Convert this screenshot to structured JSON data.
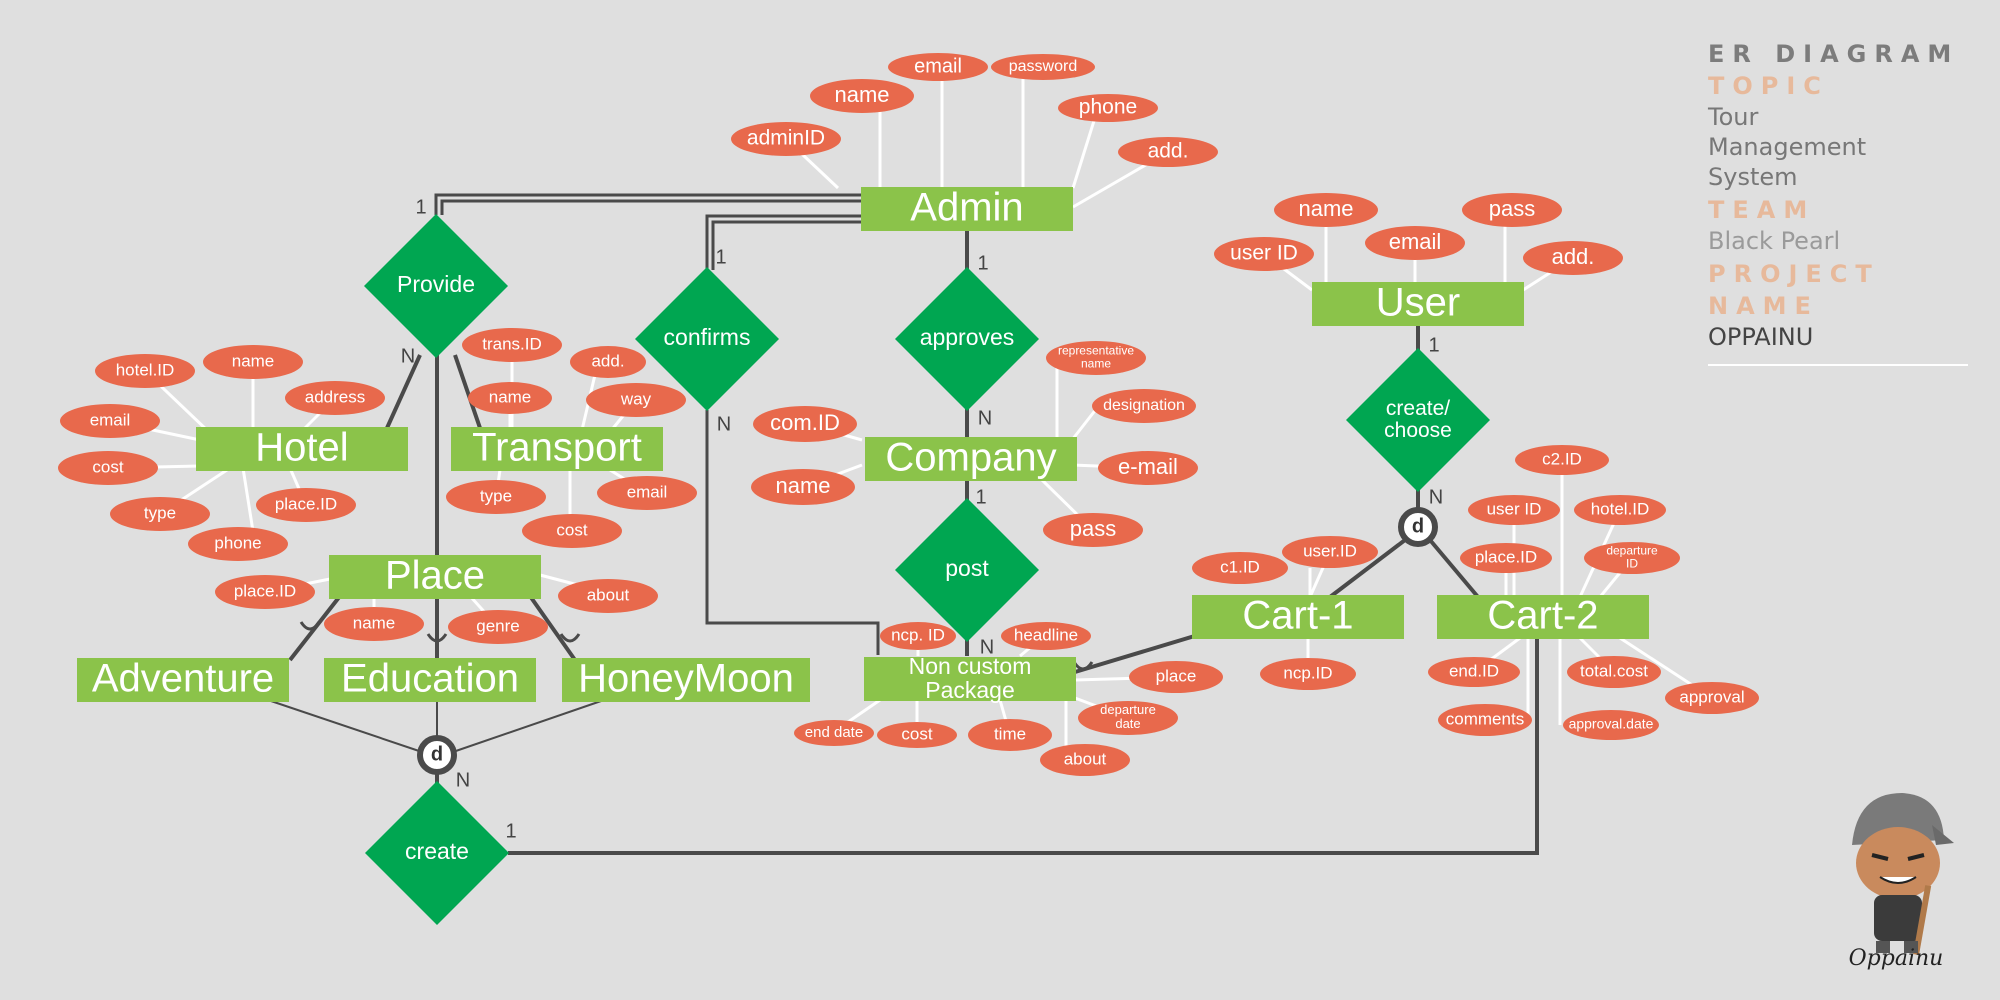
{
  "info": {
    "heading": "ER DIAGRAM",
    "topic_label": "TOPIC",
    "topic_lines": [
      "Tour",
      "Management",
      "System"
    ],
    "team_label": "TEAM",
    "team": "Black Pearl",
    "project_label_1": "PROJECT",
    "project_label_2": "NAME",
    "project": "OPPAINU",
    "signature": "Oppainu"
  },
  "colors": {
    "background": "#dfdfdf",
    "entity": "#8bc34a",
    "relationship": "#00a651",
    "attribute": "#e8694c",
    "line": "#4a4a4a",
    "attr_line": "#ffffff"
  },
  "entities": {
    "admin": "Admin",
    "user": "User",
    "company": "Company",
    "hotel": "Hotel",
    "transport": "Transport",
    "place": "Place",
    "adventure": "Adventure",
    "education": "Education",
    "honeymoon": "HoneyMoon",
    "ncp": "Non custom Package",
    "cart1": "Cart-1",
    "cart2": "Cart-2"
  },
  "relationships": {
    "provide": "Provide",
    "confirms": "confirms",
    "approves": "approves",
    "post": "post",
    "create_choose": "create/ choose",
    "create": "create"
  },
  "cardinalities": [
    "1",
    "N",
    "1",
    "N",
    "1",
    "N",
    "1",
    "N",
    "1",
    "N",
    "N",
    "1"
  ],
  "attributes": {
    "admin": [
      "adminID",
      "name",
      "email",
      "password",
      "phone",
      "add."
    ],
    "user": [
      "user ID",
      "name",
      "email",
      "pass",
      "add."
    ],
    "company": [
      "com.ID",
      "name",
      "representative name",
      "designation",
      "e-mail",
      "pass"
    ],
    "hotel": [
      "hotel.ID",
      "name",
      "address",
      "email",
      "cost",
      "type",
      "place.ID",
      "phone"
    ],
    "transport": [
      "trans.ID",
      "add.",
      "name",
      "way",
      "type",
      "email",
      "cost"
    ],
    "place": [
      "place.ID",
      "name",
      "genre",
      "about"
    ],
    "ncp": [
      "ncp. ID",
      "headline",
      "place",
      "departure date",
      "end date",
      "cost",
      "time",
      "about"
    ],
    "cart1": [
      "c1.ID",
      "user.ID",
      "ncp.ID"
    ],
    "cart2": [
      "c2.ID",
      "user ID",
      "hotel.ID",
      "place.ID",
      "departure ID",
      "end.ID",
      "total.cost",
      "approval",
      "comments",
      "approval.date"
    ]
  },
  "disjoint_symbol": "d"
}
